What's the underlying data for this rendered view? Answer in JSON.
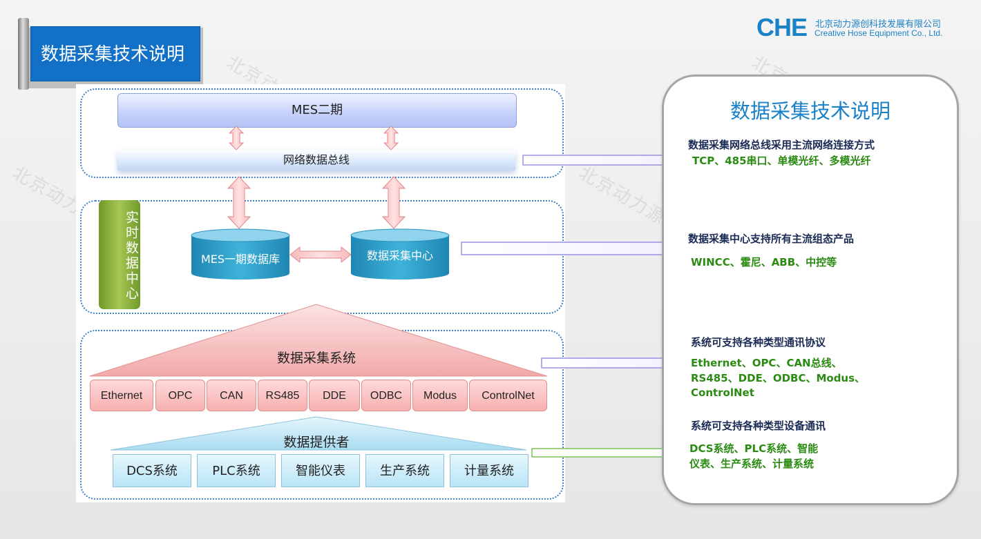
{
  "title": "数据采集技术说明",
  "watermark": "北京动力源创",
  "logo": {
    "mark": "CHE",
    "company_cn": "北京动力源创科技发展有限公司",
    "company_en": "Creative Hose Equipment Co., Ltd."
  },
  "diagram": {
    "mes2": "MES二期",
    "bus": "网络数据总线",
    "realtime_center": "实时数据中心",
    "db": "MES一期数据库",
    "collection_center": "数据采集中心",
    "collection_system": "数据采集系统",
    "protocols": [
      "Ethernet",
      "OPC",
      "CAN",
      "RS485",
      "DDE",
      "ODBC",
      "Modus",
      "ControlNet"
    ],
    "provider": "数据提供者",
    "devices": [
      "DCS系统",
      "PLC系统",
      "智能仪表",
      "生产系统",
      "计量系统"
    ]
  },
  "panel": {
    "title": "数据采集技术说明",
    "items": [
      {
        "heading": "数据采集网络总线采用主流网络连接方式",
        "lines": [
          "TCP、485串口、单模光纤、多模光纤"
        ]
      },
      {
        "heading": "数据采集中心支持所有主流组态产品",
        "lines": [
          "WINCC、霍尼、ABB、中控等"
        ]
      },
      {
        "heading": "系统可支持各种类型通讯协议",
        "lines": [
          "Ethernet、OPC、CAN总线、",
          "RS485、DDE、ODBC、Modus、",
          "ControlNet"
        ]
      },
      {
        "heading": "系统可支持各种类型设备通讯",
        "lines": [
          "DCS系统、PLC系统、智能",
          "仪表、生产系统、计量系统"
        ]
      }
    ]
  },
  "colors": {
    "accent_blue": "#1270c7",
    "logo_blue": "#1b82c7",
    "green_text": "#2a8a12",
    "heading_text": "#1a2a55",
    "protocol_fill": "#f7b0b0",
    "device_fill": "#b9e4f6",
    "cylinder_fill": "#2f9cc4",
    "realtime_fill": "#8db33f"
  }
}
